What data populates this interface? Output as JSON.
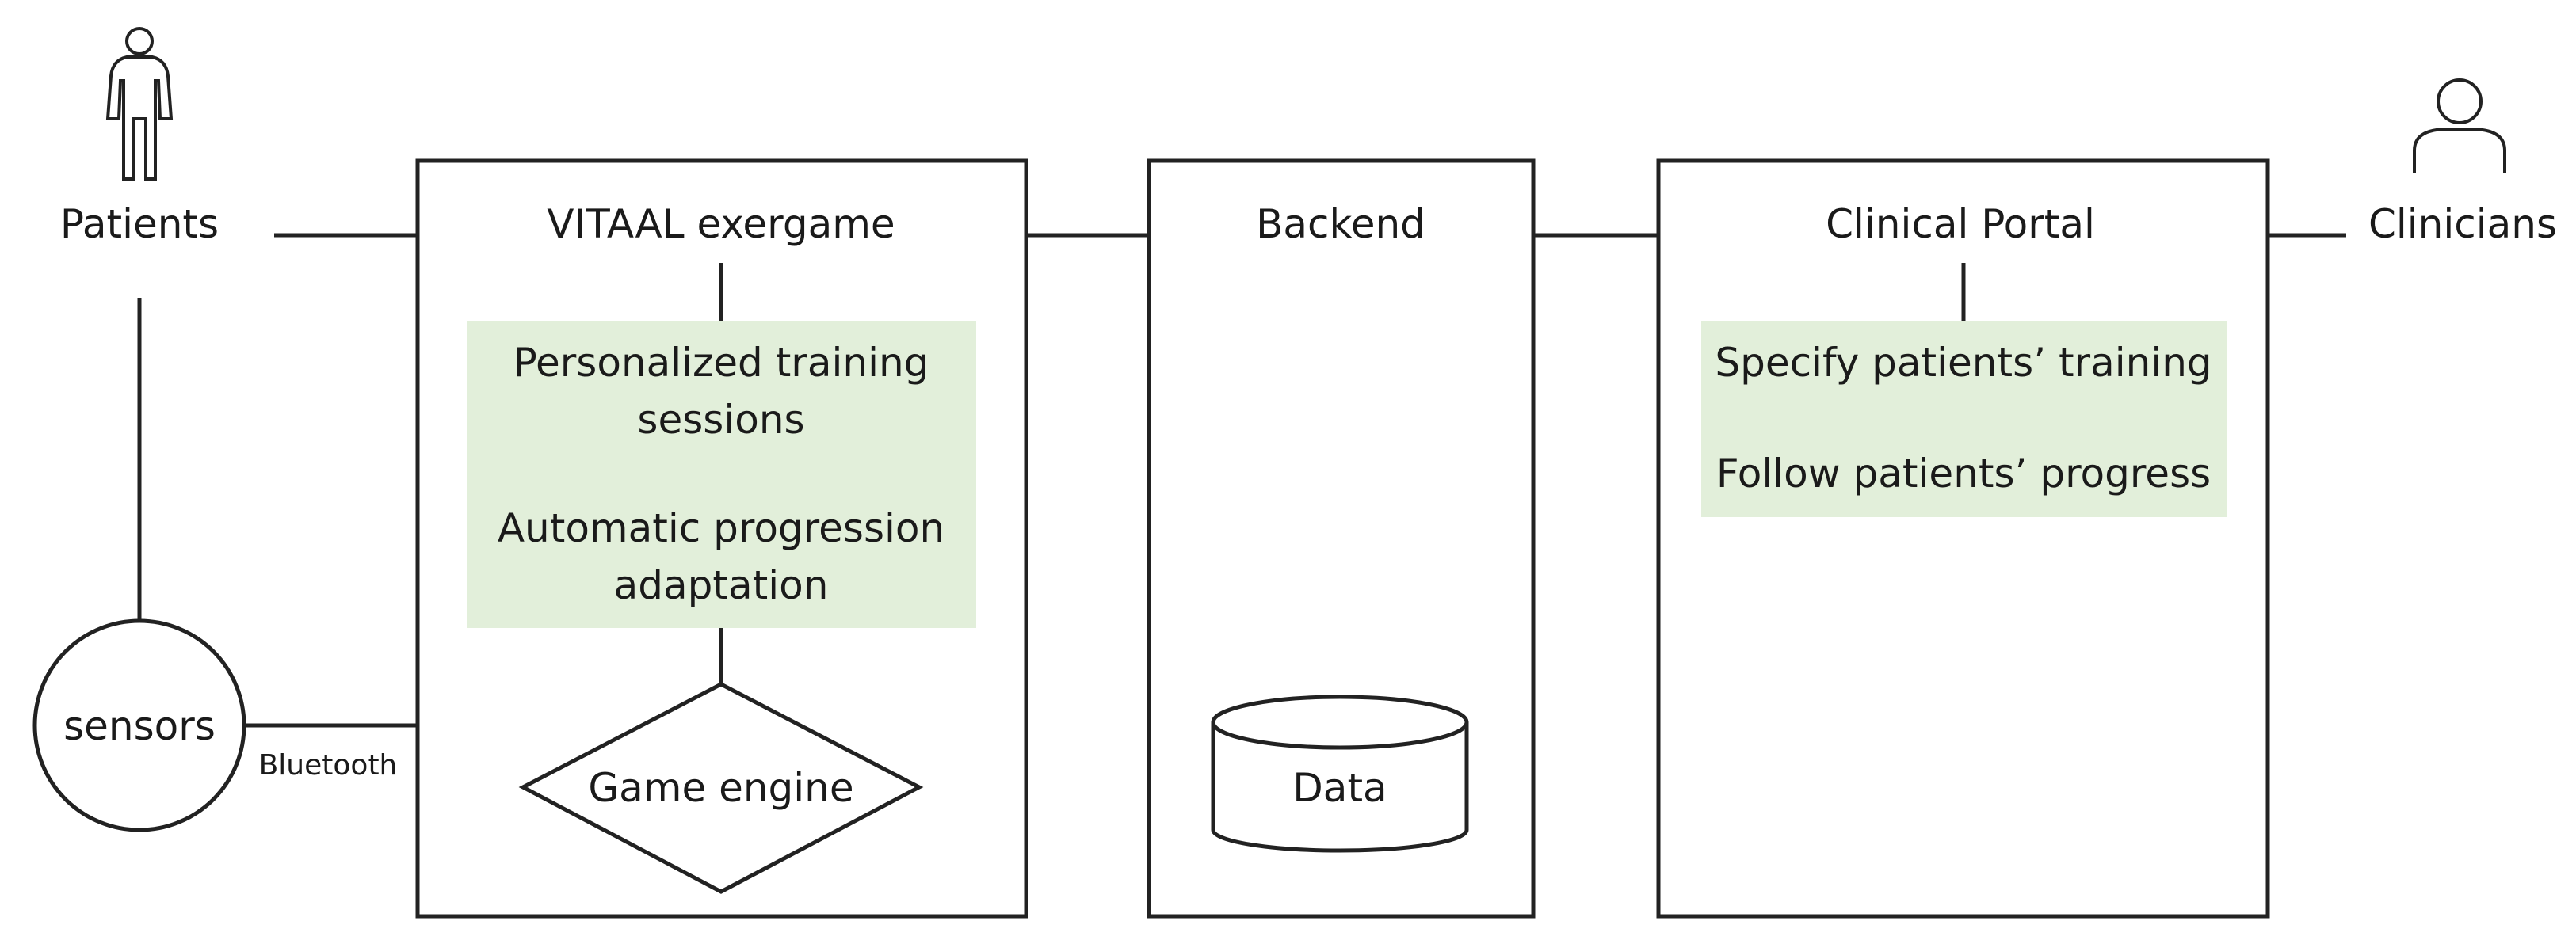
{
  "actors": {
    "patients": "Patients",
    "clinicians": "Clinicians"
  },
  "sensors": {
    "label": "sensors",
    "link_label": "Bluetooth"
  },
  "exergame": {
    "title": "VITAAL exergame",
    "features_line1": "Personalized training",
    "features_line2": "sessions",
    "features_line3": "Automatic progression",
    "features_line4": "adaptation",
    "engine": "Game engine"
  },
  "backend": {
    "title": "Backend",
    "storage": "Data"
  },
  "portal": {
    "title": "Clinical Portal",
    "feature1": "Specify patients’ training",
    "feature2": "Follow patients’ progress"
  },
  "colors": {
    "feature_fill": "#e2efda",
    "stroke": "#222222"
  },
  "icons": {
    "patients": "standing-person-icon",
    "clinicians": "person-bust-icon"
  }
}
